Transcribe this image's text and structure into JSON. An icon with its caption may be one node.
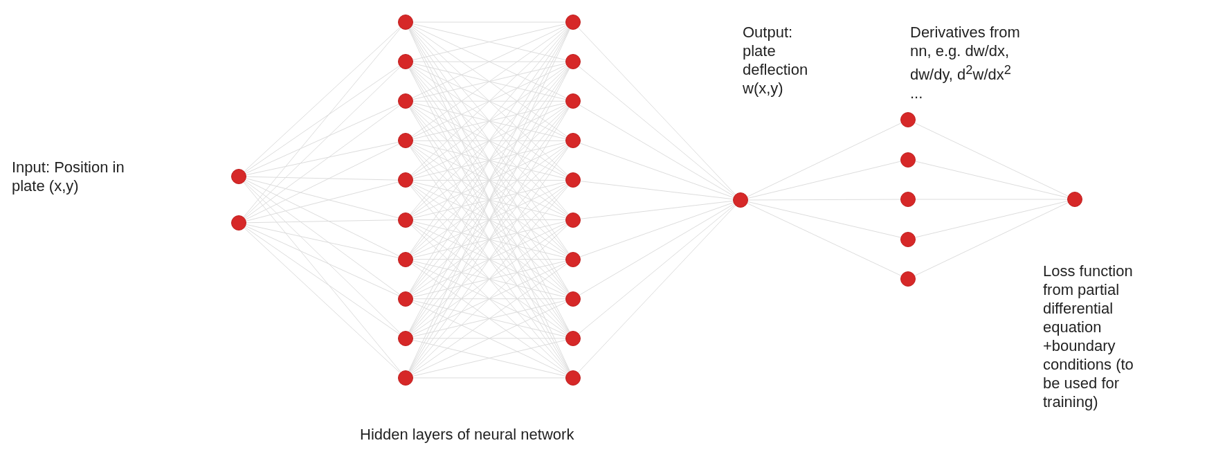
{
  "diagram": {
    "nodes": [
      {
        "text": [],
        "shape": "circle"
      },
      {
        "text": [],
        "shape": "circle"
      },
      {
        "text": [],
        "shape": "circle"
      },
      {
        "text": [],
        "shape": "circle"
      },
      {
        "text": [],
        "shape": "circle"
      },
      {
        "text": [],
        "shape": "circle"
      },
      {
        "text": [],
        "shape": "circle"
      },
      {
        "text": [],
        "shape": "circle"
      },
      {
        "text": [],
        "shape": "circle"
      },
      {
        "text": [],
        "shape": "circle"
      },
      {
        "text": [],
        "shape": "circle"
      },
      {
        "text": [],
        "shape": "circle"
      },
      {
        "text": [],
        "shape": "circle"
      },
      {
        "text": [],
        "shape": "circle"
      },
      {
        "text": [],
        "shape": "circle"
      },
      {
        "text": [],
        "shape": "circle"
      },
      {
        "text": [],
        "shape": "circle"
      },
      {
        "text": [],
        "shape": "circle"
      },
      {
        "text": [],
        "shape": "circle"
      },
      {
        "text": [],
        "shape": "circle"
      },
      {
        "text": [],
        "shape": "circle"
      },
      {
        "text": [],
        "shape": "circle"
      },
      {
        "text": [],
        "shape": "circle"
      },
      {
        "text": [],
        "shape": "circle"
      },
      {
        "text": [],
        "shape": "circle"
      },
      {
        "text": [],
        "shape": "circle"
      },
      {
        "text": [],
        "shape": "circle"
      },
      {
        "text": [],
        "shape": "circle"
      },
      {
        "text": [],
        "shape": "circle"
      }
    ],
    "edges": [
      {
        "from": 0,
        "to": 2,
        "arrow": "none"
      },
      {
        "from": 0,
        "to": 3,
        "arrow": "none"
      },
      {
        "from": 0,
        "to": 4,
        "arrow": "none"
      },
      {
        "from": 0,
        "to": 5,
        "arrow": "none"
      },
      {
        "from": 0,
        "to": 6,
        "arrow": "none"
      },
      {
        "from": 0,
        "to": 7,
        "arrow": "none"
      },
      {
        "from": 0,
        "to": 8,
        "arrow": "none"
      },
      {
        "from": 0,
        "to": 9,
        "arrow": "none"
      },
      {
        "from": 0,
        "to": 10,
        "arrow": "none"
      },
      {
        "from": 0,
        "to": 11,
        "arrow": "none"
      },
      {
        "from": 1,
        "to": 2,
        "arrow": "none"
      },
      {
        "from": 1,
        "to": 3,
        "arrow": "none"
      },
      {
        "from": 1,
        "to": 4,
        "arrow": "none"
      },
      {
        "from": 1,
        "to": 5,
        "arrow": "none"
      },
      {
        "from": 1,
        "to": 6,
        "arrow": "none"
      },
      {
        "from": 1,
        "to": 7,
        "arrow": "none"
      },
      {
        "from": 1,
        "to": 8,
        "arrow": "none"
      },
      {
        "from": 1,
        "to": 9,
        "arrow": "none"
      },
      {
        "from": 1,
        "to": 10,
        "arrow": "none"
      },
      {
        "from": 1,
        "to": 11,
        "arrow": "none"
      },
      {
        "from": 2,
        "to": 12,
        "arrow": "none"
      },
      {
        "from": 2,
        "to": 13,
        "arrow": "none"
      },
      {
        "from": 2,
        "to": 14,
        "arrow": "none"
      },
      {
        "from": 2,
        "to": 15,
        "arrow": "none"
      },
      {
        "from": 2,
        "to": 16,
        "arrow": "none"
      },
      {
        "from": 2,
        "to": 17,
        "arrow": "none"
      },
      {
        "from": 2,
        "to": 18,
        "arrow": "none"
      },
      {
        "from": 2,
        "to": 19,
        "arrow": "none"
      },
      {
        "from": 2,
        "to": 20,
        "arrow": "none"
      },
      {
        "from": 2,
        "to": 21,
        "arrow": "none"
      },
      {
        "from": 3,
        "to": 12,
        "arrow": "none"
      },
      {
        "from": 3,
        "to": 13,
        "arrow": "none"
      },
      {
        "from": 3,
        "to": 14,
        "arrow": "none"
      },
      {
        "from": 3,
        "to": 15,
        "arrow": "none"
      },
      {
        "from": 3,
        "to": 16,
        "arrow": "none"
      },
      {
        "from": 3,
        "to": 17,
        "arrow": "none"
      },
      {
        "from": 3,
        "to": 18,
        "arrow": "none"
      },
      {
        "from": 3,
        "to": 19,
        "arrow": "none"
      },
      {
        "from": 3,
        "to": 20,
        "arrow": "none"
      },
      {
        "from": 3,
        "to": 21,
        "arrow": "none"
      },
      {
        "from": 4,
        "to": 12,
        "arrow": "none"
      },
      {
        "from": 4,
        "to": 13,
        "arrow": "none"
      },
      {
        "from": 4,
        "to": 14,
        "arrow": "none"
      },
      {
        "from": 4,
        "to": 15,
        "arrow": "none"
      },
      {
        "from": 4,
        "to": 16,
        "arrow": "none"
      },
      {
        "from": 4,
        "to": 17,
        "arrow": "none"
      },
      {
        "from": 4,
        "to": 18,
        "arrow": "none"
      },
      {
        "from": 4,
        "to": 19,
        "arrow": "none"
      },
      {
        "from": 4,
        "to": 20,
        "arrow": "none"
      },
      {
        "from": 4,
        "to": 21,
        "arrow": "none"
      },
      {
        "from": 5,
        "to": 12,
        "arrow": "none"
      },
      {
        "from": 5,
        "to": 13,
        "arrow": "none"
      },
      {
        "from": 5,
        "to": 14,
        "arrow": "none"
      },
      {
        "from": 5,
        "to": 15,
        "arrow": "none"
      },
      {
        "from": 5,
        "to": 16,
        "arrow": "none"
      },
      {
        "from": 5,
        "to": 17,
        "arrow": "none"
      },
      {
        "from": 5,
        "to": 18,
        "arrow": "none"
      },
      {
        "from": 5,
        "to": 19,
        "arrow": "none"
      },
      {
        "from": 5,
        "to": 20,
        "arrow": "none"
      },
      {
        "from": 5,
        "to": 21,
        "arrow": "none"
      },
      {
        "from": 6,
        "to": 12,
        "arrow": "none"
      },
      {
        "from": 6,
        "to": 13,
        "arrow": "none"
      },
      {
        "from": 6,
        "to": 14,
        "arrow": "none"
      },
      {
        "from": 6,
        "to": 15,
        "arrow": "none"
      },
      {
        "from": 6,
        "to": 16,
        "arrow": "none"
      },
      {
        "from": 6,
        "to": 17,
        "arrow": "none"
      },
      {
        "from": 6,
        "to": 18,
        "arrow": "none"
      },
      {
        "from": 6,
        "to": 19,
        "arrow": "none"
      },
      {
        "from": 6,
        "to": 20,
        "arrow": "none"
      },
      {
        "from": 6,
        "to": 21,
        "arrow": "none"
      },
      {
        "from": 7,
        "to": 12,
        "arrow": "none"
      },
      {
        "from": 7,
        "to": 13,
        "arrow": "none"
      },
      {
        "from": 7,
        "to": 14,
        "arrow": "none"
      },
      {
        "from": 7,
        "to": 15,
        "arrow": "none"
      },
      {
        "from": 7,
        "to": 16,
        "arrow": "none"
      },
      {
        "from": 7,
        "to": 17,
        "arrow": "none"
      },
      {
        "from": 7,
        "to": 18,
        "arrow": "none"
      },
      {
        "from": 7,
        "to": 19,
        "arrow": "none"
      },
      {
        "from": 7,
        "to": 20,
        "arrow": "none"
      },
      {
        "from": 7,
        "to": 21,
        "arrow": "none"
      },
      {
        "from": 8,
        "to": 12,
        "arrow": "none"
      },
      {
        "from": 8,
        "to": 13,
        "arrow": "none"
      },
      {
        "from": 8,
        "to": 14,
        "arrow": "none"
      },
      {
        "from": 8,
        "to": 15,
        "arrow": "none"
      },
      {
        "from": 8,
        "to": 16,
        "arrow": "none"
      },
      {
        "from": 8,
        "to": 17,
        "arrow": "none"
      },
      {
        "from": 8,
        "to": 18,
        "arrow": "none"
      },
      {
        "from": 8,
        "to": 19,
        "arrow": "none"
      },
      {
        "from": 8,
        "to": 20,
        "arrow": "none"
      },
      {
        "from": 8,
        "to": 21,
        "arrow": "none"
      },
      {
        "from": 9,
        "to": 12,
        "arrow": "none"
      },
      {
        "from": 9,
        "to": 13,
        "arrow": "none"
      },
      {
        "from": 9,
        "to": 14,
        "arrow": "none"
      },
      {
        "from": 9,
        "to": 15,
        "arrow": "none"
      },
      {
        "from": 9,
        "to": 16,
        "arrow": "none"
      },
      {
        "from": 9,
        "to": 17,
        "arrow": "none"
      },
      {
        "from": 9,
        "to": 18,
        "arrow": "none"
      },
      {
        "from": 9,
        "to": 19,
        "arrow": "none"
      },
      {
        "from": 9,
        "to": 20,
        "arrow": "none"
      },
      {
        "from": 9,
        "to": 21,
        "arrow": "none"
      },
      {
        "from": 10,
        "to": 12,
        "arrow": "none"
      },
      {
        "from": 10,
        "to": 13,
        "arrow": "none"
      },
      {
        "from": 10,
        "to": 14,
        "arrow": "none"
      },
      {
        "from": 10,
        "to": 15,
        "arrow": "none"
      },
      {
        "from": 10,
        "to": 16,
        "arrow": "none"
      },
      {
        "from": 10,
        "to": 17,
        "arrow": "none"
      },
      {
        "from": 10,
        "to": 18,
        "arrow": "none"
      },
      {
        "from": 10,
        "to": 19,
        "arrow": "none"
      },
      {
        "from": 10,
        "to": 20,
        "arrow": "none"
      },
      {
        "from": 10,
        "to": 21,
        "arrow": "none"
      },
      {
        "from": 11,
        "to": 12,
        "arrow": "none"
      },
      {
        "from": 11,
        "to": 13,
        "arrow": "none"
      },
      {
        "from": 11,
        "to": 14,
        "arrow": "none"
      },
      {
        "from": 11,
        "to": 15,
        "arrow": "none"
      },
      {
        "from": 11,
        "to": 16,
        "arrow": "none"
      },
      {
        "from": 11,
        "to": 17,
        "arrow": "none"
      },
      {
        "from": 11,
        "to": 18,
        "arrow": "none"
      },
      {
        "from": 11,
        "to": 19,
        "arrow": "none"
      },
      {
        "from": 11,
        "to": 20,
        "arrow": "none"
      },
      {
        "from": 11,
        "to": 21,
        "arrow": "none"
      },
      {
        "from": 12,
        "to": 22,
        "arrow": "none"
      },
      {
        "from": 13,
        "to": 22,
        "arrow": "none"
      },
      {
        "from": 14,
        "to": 22,
        "arrow": "none"
      },
      {
        "from": 15,
        "to": 22,
        "arrow": "none"
      },
      {
        "from": 16,
        "to": 22,
        "arrow": "none"
      },
      {
        "from": 17,
        "to": 22,
        "arrow": "none"
      },
      {
        "from": 18,
        "to": 22,
        "arrow": "none"
      },
      {
        "from": 19,
        "to": 22,
        "arrow": "none"
      },
      {
        "from": 20,
        "to": 22,
        "arrow": "none"
      },
      {
        "from": 21,
        "to": 22,
        "arrow": "none"
      },
      {
        "from": 22,
        "to": 23,
        "arrow": "none"
      },
      {
        "from": 22,
        "to": 24,
        "arrow": "none"
      },
      {
        "from": 22,
        "to": 25,
        "arrow": "none"
      },
      {
        "from": 22,
        "to": 26,
        "arrow": "none"
      },
      {
        "from": 22,
        "to": 27,
        "arrow": "none"
      },
      {
        "from": 23,
        "to": 28,
        "arrow": "none"
      },
      {
        "from": 24,
        "to": 28,
        "arrow": "none"
      },
      {
        "from": 25,
        "to": 28,
        "arrow": "none"
      },
      {
        "from": 26,
        "to": 28,
        "arrow": "none"
      },
      {
        "from": 27,
        "to": 28,
        "arrow": "none"
      }
    ],
    "labels": [
      "Output: plate deflection w(x,y)",
      "Derivatives from nn, e.g. dw/dx, dw/dy, d$^{2}$w/dx$^{2}$ ...",
      "Input: Position in plate (x,y)",
      "Loss function from partial differential equation +boundary conditions (to be used for training)",
      "Hidden layers of neural network"
    ]
  }
}
